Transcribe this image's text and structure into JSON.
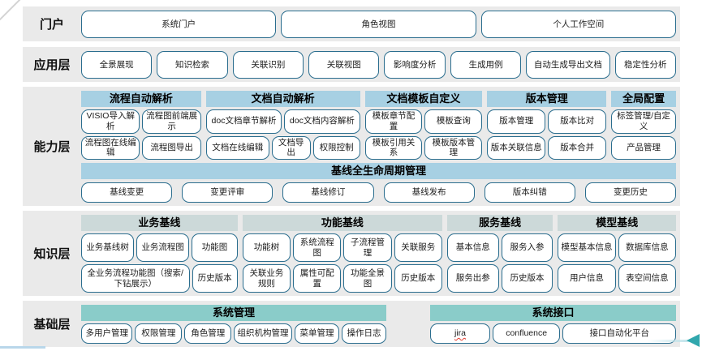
{
  "colors": {
    "band_bg": "#eaeaea",
    "capability_header_bg": "#a7d0e3",
    "knowledge_header_bg": "#ccd9d9",
    "base_header_bg": "#8accc9",
    "baseline_band_bg": "#a7d0e3",
    "button_border": "#2a6d8e",
    "arrow": "#31a7ad",
    "spellcheck_underline": "#e23b2e",
    "bottom_line": "#b9d7ea"
  },
  "misspelled_words": [
    "jira"
  ],
  "layers": [
    {
      "id": "portal",
      "label": "门户",
      "buttons": [
        {
          "label": "系统门户"
        },
        {
          "label": "角色视图"
        },
        {
          "label": "个人工作空间"
        }
      ]
    },
    {
      "id": "application",
      "label": "应用层",
      "buttons": [
        {
          "label": "全景展现"
        },
        {
          "label": "知识检索"
        },
        {
          "label": "关联识别"
        },
        {
          "label": "关联视图"
        },
        {
          "label": "影响度分析",
          "flex": 0.85
        },
        {
          "label": "生成用例"
        },
        {
          "label": "自动生成导出文档",
          "flex": 1.2
        },
        {
          "label": "稳定性分析",
          "flex": 0.85
        }
      ]
    },
    {
      "id": "capability",
      "label": "能力层",
      "header_style": "capability",
      "groups": [
        {
          "title": "流程自动解析",
          "flex": 148,
          "rows": [
            [
              {
                "label": "VISIO导入解析"
              },
              {
                "label": "流程图前端展示"
              }
            ],
            [
              {
                "label": "流程图在线编辑"
              },
              {
                "label": "流程图导出"
              }
            ]
          ]
        },
        {
          "title": "文档自动解析",
          "flex": 190,
          "rows": [
            [
              {
                "label": "doc文档章节解析"
              },
              {
                "label": "doc文档内容解析"
              }
            ],
            [
              {
                "label": "文档在线编辑",
                "flex": 1.4
              },
              {
                "label": "文档导出",
                "flex": 0.8
              },
              {
                "label": "权限控制"
              }
            ]
          ]
        },
        {
          "title": "文档模板自定义",
          "flex": 145,
          "rows": [
            [
              {
                "label": "模板章节配置"
              },
              {
                "label": "模板查询"
              }
            ],
            [
              {
                "label": "模板引用关系"
              },
              {
                "label": "模板版本管理"
              }
            ]
          ]
        },
        {
          "title": "版本管理",
          "flex": 147,
          "rows": [
            [
              {
                "label": "版本管理"
              },
              {
                "label": "版本比对"
              }
            ],
            [
              {
                "label": "版本关联信息"
              },
              {
                "label": "版本合并"
              }
            ]
          ]
        },
        {
          "title": "全局配置",
          "flex": 80,
          "rows": [
            [
              {
                "label": "标签管理/自定义"
              }
            ],
            [
              {
                "label": "产品管理"
              }
            ]
          ]
        }
      ],
      "baseline": {
        "title": "基线全生命周期管理",
        "buttons": [
          {
            "label": "基线变更"
          },
          {
            "label": "变更评审"
          },
          {
            "label": "基线修订"
          },
          {
            "label": "基线发布"
          },
          {
            "label": "版本纠错"
          },
          {
            "label": "变更历史"
          }
        ]
      }
    },
    {
      "id": "knowledge",
      "label": "知识层",
      "header_style": "knowledge",
      "groups": [
        {
          "title": "业务基线",
          "flex": 192,
          "rows": [
            [
              {
                "label": "业务基线树"
              },
              {
                "label": "业务流程图"
              },
              {
                "label": "功能图",
                "flex": 0.85
              }
            ],
            [
              {
                "label": "全业务流程功能图（搜索/下钻展示）",
                "flex": 2.6
              },
              {
                "label": "历史版本"
              }
            ]
          ]
        },
        {
          "title": "功能基线",
          "flex": 245,
          "rows": [
            [
              {
                "label": "功能树"
              },
              {
                "label": "系统流程图"
              },
              {
                "label": "子流程管理"
              },
              {
                "label": "关联服务"
              }
            ],
            [
              {
                "label": "关联业务规则"
              },
              {
                "label": "属性可配置"
              },
              {
                "label": "功能全景图"
              },
              {
                "label": "历史版本"
              }
            ]
          ]
        },
        {
          "title": "服务基线",
          "flex": 130,
          "rows": [
            [
              {
                "label": "基本信息"
              },
              {
                "label": "服务入参"
              }
            ],
            [
              {
                "label": "服务出参"
              },
              {
                "label": "历史版本"
              }
            ]
          ]
        },
        {
          "title": "模型基线",
          "flex": 145,
          "rows": [
            [
              {
                "label": "模型基本信息"
              },
              {
                "label": "数据库信息"
              }
            ],
            [
              {
                "label": "用户信息"
              },
              {
                "label": "表空间信息"
              }
            ]
          ]
        }
      ]
    },
    {
      "id": "base",
      "label": "基础层",
      "header_style": "base",
      "groups": [
        {
          "title": "系统管理",
          "flex": 370,
          "rows": [
            [
              {
                "label": "多用户管理"
              },
              {
                "label": "权限管理",
                "flex": 0.9
              },
              {
                "label": "角色管理",
                "flex": 0.9
              },
              {
                "label": "组织机构管理",
                "flex": 1.15
              },
              {
                "label": "菜单管理",
                "flex": 0.85
              },
              {
                "label": "操作日志",
                "flex": 0.85
              }
            ]
          ]
        },
        {
          "title": "系统接口",
          "flex": 298,
          "gap_before": true,
          "rows": [
            [
              {
                "label": "jira"
              },
              {
                "label": "confluence",
                "flex": 1.15
              },
              {
                "label": "接口自动化平台",
                "flex": 2
              }
            ]
          ]
        }
      ]
    }
  ]
}
